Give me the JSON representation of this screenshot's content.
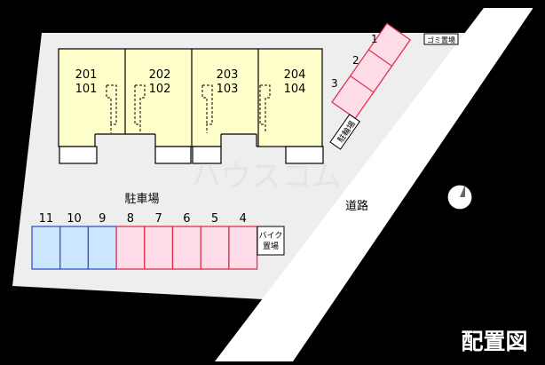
{
  "title": "配置図",
  "road_label": "道路",
  "parking_label": "駐車場",
  "bike_label_lines": [
    "バイク",
    "置場"
  ],
  "bicycle_label": "駐輪場",
  "garbage_label": "ゴミ置場",
  "compass_letter": "N",
  "watermark": "ハウスコム",
  "units": [
    {
      "upper": "201",
      "lower": "101"
    },
    {
      "upper": "202",
      "lower": "102"
    },
    {
      "upper": "203",
      "lower": "103"
    },
    {
      "upper": "204",
      "lower": "104"
    }
  ],
  "parking_spaces": [
    "11",
    "10",
    "9",
    "8",
    "7",
    "6",
    "5",
    "4"
  ],
  "parking_space_colors": [
    "blue",
    "blue",
    "blue",
    "pink",
    "pink",
    "pink",
    "pink",
    "pink"
  ],
  "angled_spaces": [
    "1",
    "2",
    "3"
  ],
  "colors": {
    "background": "#000000",
    "lot": "#eeeeee",
    "road": "#ffffff",
    "building": "#ffffcc",
    "blue_fill": "#cce6ff",
    "blue_stroke": "#3355cc",
    "pink_fill": "#ffdde8",
    "pink_stroke": "#e03050"
  },
  "icons": [
    "compass-icon"
  ]
}
